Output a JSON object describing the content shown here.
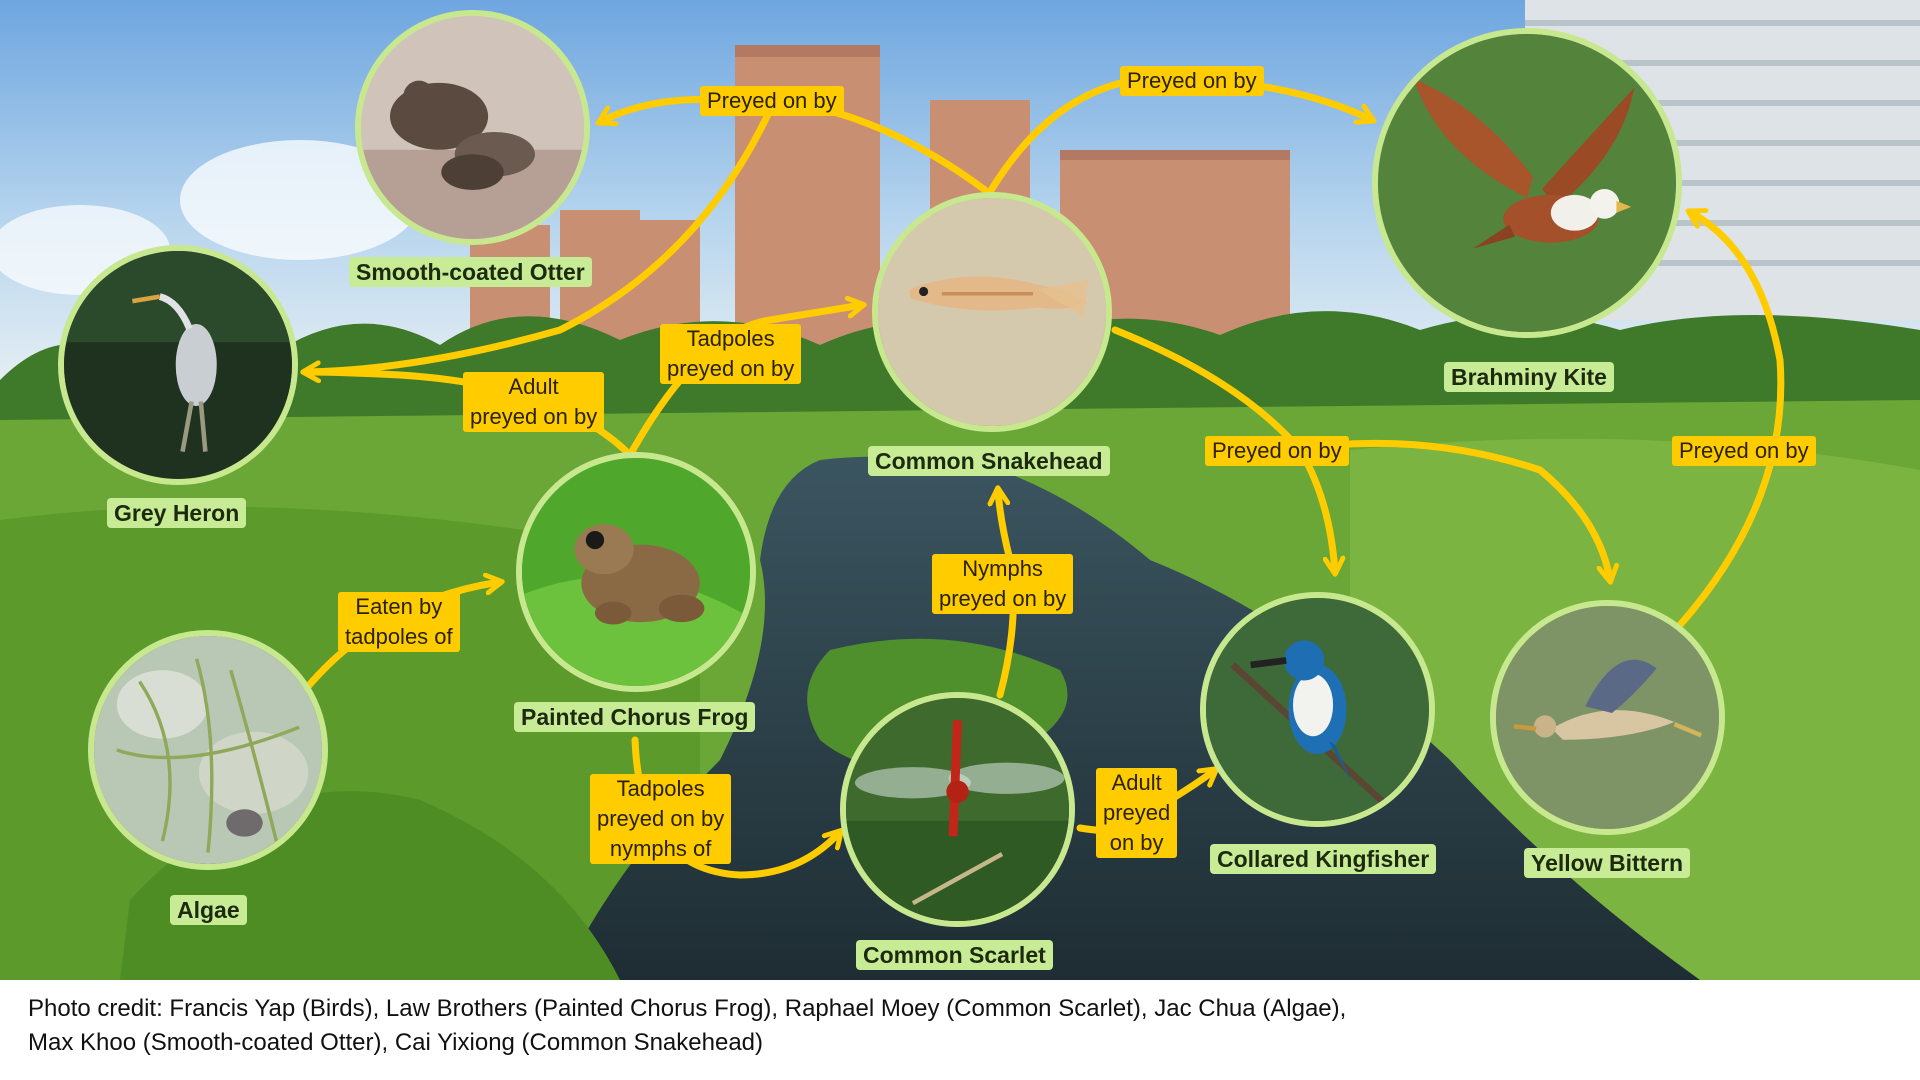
{
  "nodes": {
    "otter": {
      "name": "Smooth-coated Otter",
      "icon": "otter-photo"
    },
    "heron": {
      "name": "Grey Heron",
      "icon": "heron-photo"
    },
    "algae": {
      "name": "Algae",
      "icon": "algae-photo"
    },
    "frog": {
      "name": "Painted Chorus Frog",
      "icon": "frog-photo"
    },
    "snakehead": {
      "name": "Common Snakehead",
      "icon": "fish-photo"
    },
    "scarlet": {
      "name": "Common Scarlet",
      "icon": "dragonfly-photo"
    },
    "kingfisher": {
      "name": "Collared Kingfisher",
      "icon": "kingfisher-photo"
    },
    "bittern": {
      "name": "Yellow Bittern",
      "icon": "bittern-photo"
    },
    "kite": {
      "name": "Brahminy Kite",
      "icon": "kite-photo"
    }
  },
  "edges": {
    "snakehead_otter": {
      "lines": [
        "Preyed on by"
      ]
    },
    "snakehead_kite": {
      "lines": [
        "Preyed on by"
      ]
    },
    "snakehead_kingfisher": {
      "lines": [
        "Preyed on by"
      ]
    },
    "bittern_kite": {
      "lines": [
        "Preyed on by"
      ]
    },
    "frog_heron": {
      "lines": [
        "Adult",
        "preyed on by"
      ]
    },
    "frog_snakehead": {
      "lines": [
        "Tadpoles",
        "preyed on by"
      ]
    },
    "algae_frog": {
      "lines": [
        "Eaten by",
        "tadpoles of"
      ]
    },
    "scarlet_snakehead": {
      "lines": [
        "Nymphs",
        "preyed on by"
      ]
    },
    "frog_scarlet": {
      "lines": [
        "Tadpoles",
        "preyed on by",
        "nymphs of"
      ]
    },
    "scarlet_kingfisher": {
      "lines": [
        "Adult",
        "preyed",
        "on by"
      ]
    }
  },
  "credit": {
    "line1": "Photo credit: Francis Yap (Birds), Law Brothers (Painted Chorus Frog), Raphael Moey (Common Scarlet), Jac Chua (Algae),",
    "line2": "Max Khoo (Smooth-coated Otter), Cai Yixiong (Common Snakehead)"
  },
  "colors": {
    "arrow": "#ffcc00",
    "node_border": "#c7e88e",
    "name_bg": "#c8ec95"
  }
}
